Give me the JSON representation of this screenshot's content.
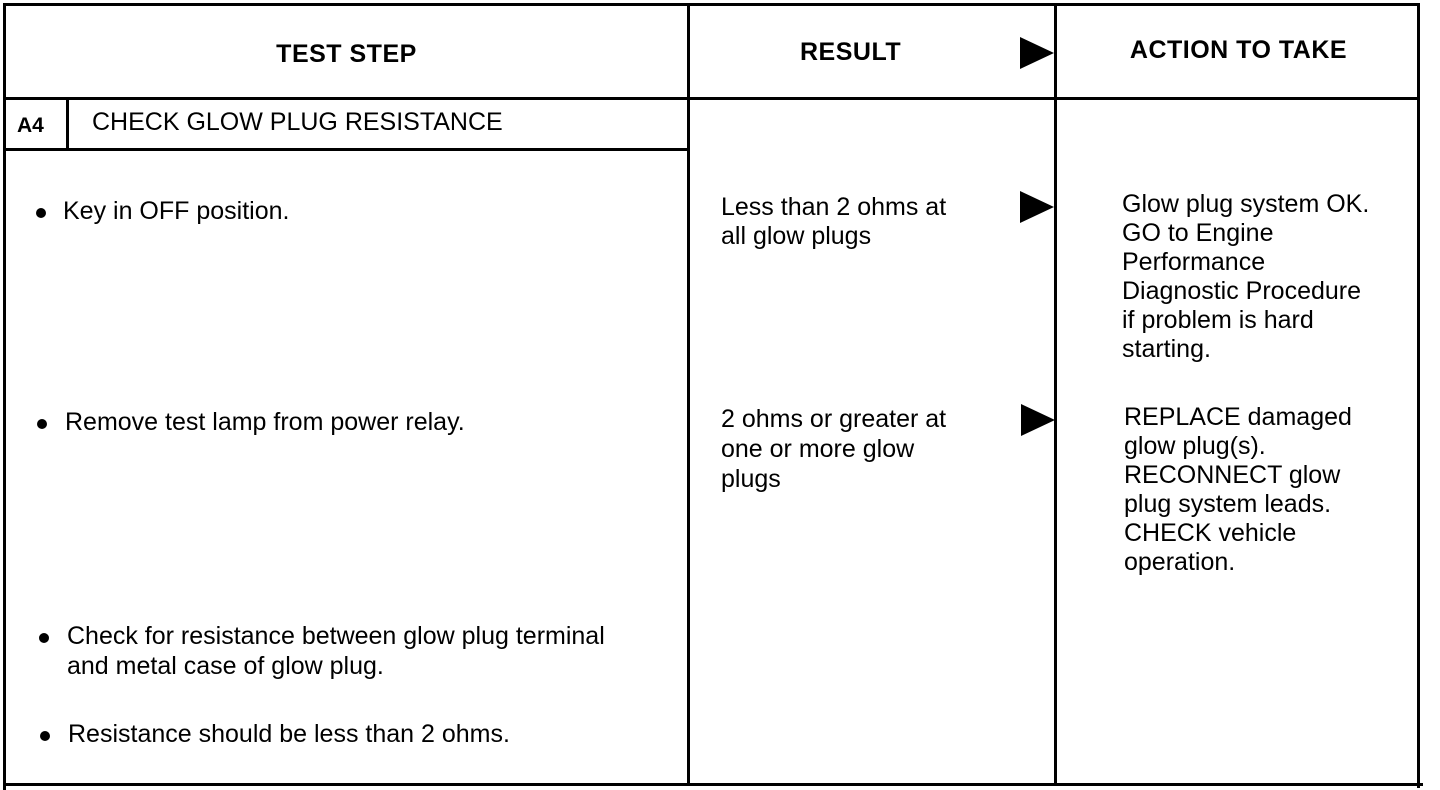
{
  "header": {
    "test_step": "TEST STEP",
    "result": "RESULT",
    "action": "ACTION TO TAKE"
  },
  "step": {
    "id": "A4",
    "title": "CHECK GLOW PLUG RESISTANCE"
  },
  "test_steps": [
    [
      "Key in OFF position."
    ],
    [
      "Remove test lamp from power relay."
    ],
    [
      "Check for resistance between glow plug terminal",
      "and metal case of glow plug."
    ],
    [
      "Resistance should be less than 2 ohms."
    ]
  ],
  "results": [
    [
      "Less than 2 ohms at",
      "all glow plugs"
    ],
    [
      "2 ohms or greater at",
      "one or more glow",
      "plugs"
    ]
  ],
  "actions": [
    [
      "Glow plug system OK.",
      "GO to Engine",
      "Performance",
      "Diagnostic Procedure",
      "if problem is hard",
      "starting."
    ],
    [
      "REPLACE damaged",
      "glow plug(s).",
      "RECONNECT glow",
      "plug system leads.",
      "CHECK vehicle",
      "operation."
    ]
  ],
  "icons": {
    "bullet": "bullet-dot-icon",
    "arrow": "right-triangle-arrow-icon"
  }
}
